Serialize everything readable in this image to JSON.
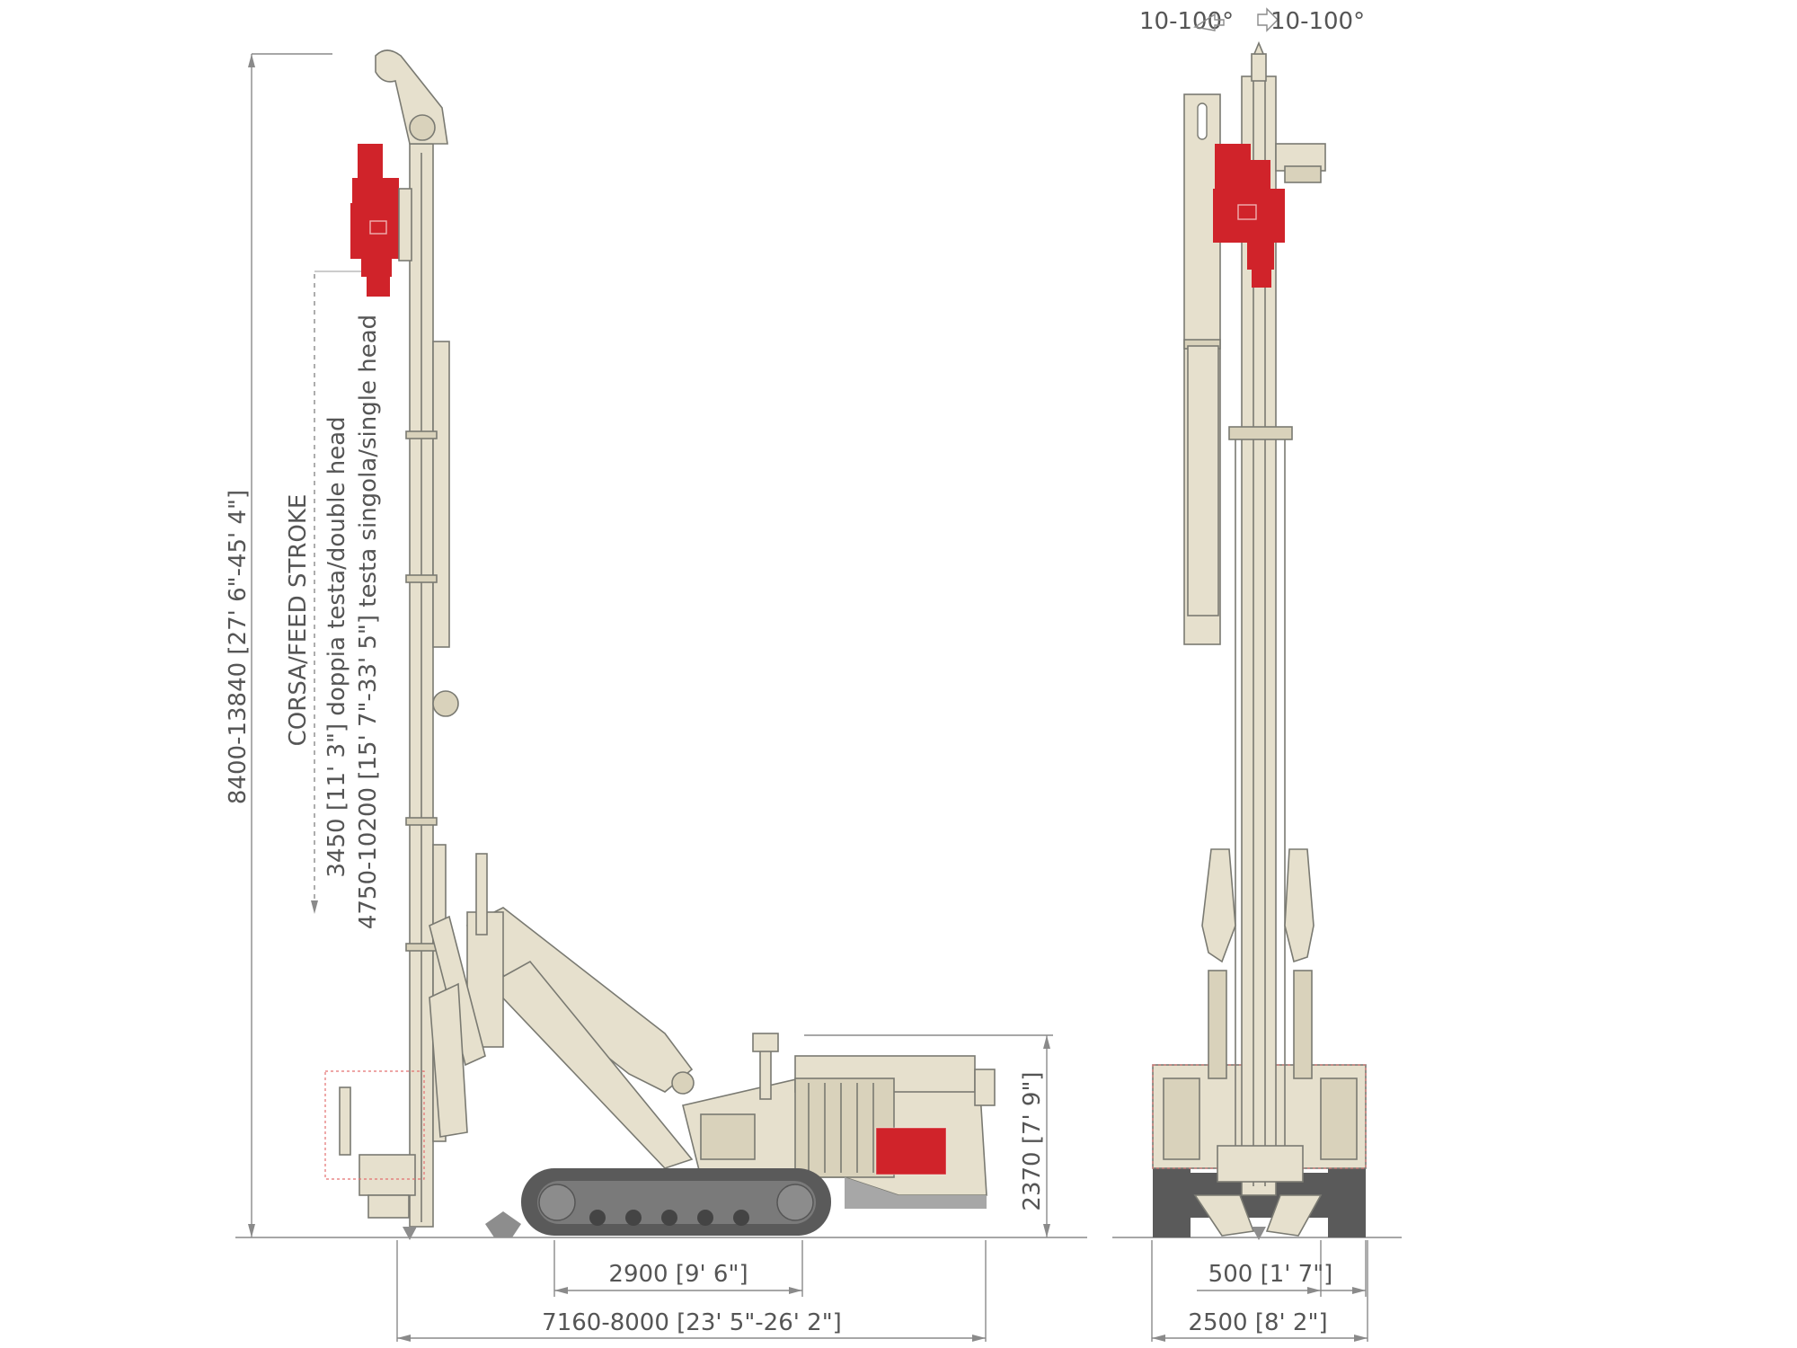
{
  "colors": {
    "machine_body": "#e6e0cd",
    "drill_head": "#d0232a",
    "track": "#5a5a5a",
    "dimension_text": "#555555"
  },
  "side_view": {
    "dim_total_height": "8400-13840 [27' 6\"-45' 4\"]",
    "feed_stroke_title": "CORSA/FEED STROKE",
    "feed_stroke_double": "3450 [11' 3\"] doppia testa/double head",
    "feed_stroke_single": "4750-10200 [15' 7\"-33' 5\"] testa singola/single head",
    "dim_body_height": "2370 [7' 9\"]",
    "dim_track_length": "2900 [9' 6\"]",
    "dim_overall_length": "7160-8000 [23' 5\"-26' 2\"]"
  },
  "front_view": {
    "rotation_left": "10-100°",
    "rotation_right": "10-100°",
    "dim_offset": "500 [1' 7\"]",
    "dim_width": "2500 [8' 2\"]"
  }
}
